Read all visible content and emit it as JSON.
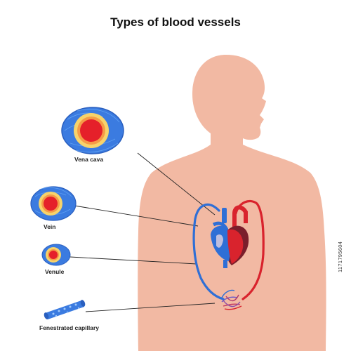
{
  "title": "Types of blood vessels",
  "labels": {
    "vena_cava": "Vena cava",
    "vein": "Vein",
    "venule": "Venule",
    "capillary": "Fenestrated capillary"
  },
  "stock_id": "1171795604",
  "colors": {
    "skin": "#f2b9a3",
    "vein_blue": "#2f6fd6",
    "artery_red": "#d9232d",
    "vessel_outer": "#3b7be0",
    "vessel_outer_dark": "#2a5fbf",
    "vessel_middle": "#f7d36b",
    "vessel_inner": "#f59b47",
    "vessel_lumen": "#e5202a",
    "heart_dark": "#7a1e2b"
  }
}
